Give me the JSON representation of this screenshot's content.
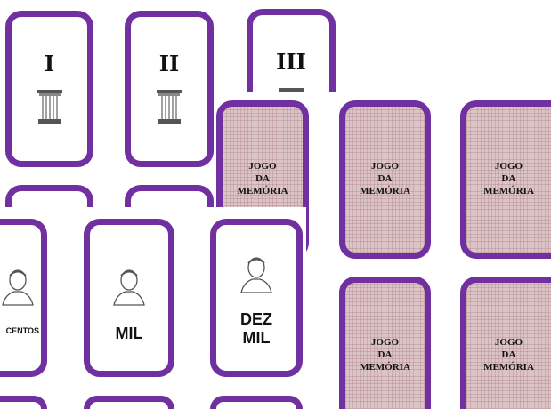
{
  "colors": {
    "border": "#7030a0",
    "card_back": "#dcc3c6"
  },
  "roman_cards": [
    {
      "numeral": "I"
    },
    {
      "numeral": "II"
    },
    {
      "numeral": "III"
    }
  ],
  "back_cards": {
    "line1": "JOGO",
    "line2": "DA",
    "line3": "MEMÓRIA"
  },
  "word_cards": [
    {
      "label": "CENTOS"
    },
    {
      "label": "MIL"
    },
    {
      "label_line1": "DEZ",
      "label_line2": "MIL"
    }
  ]
}
